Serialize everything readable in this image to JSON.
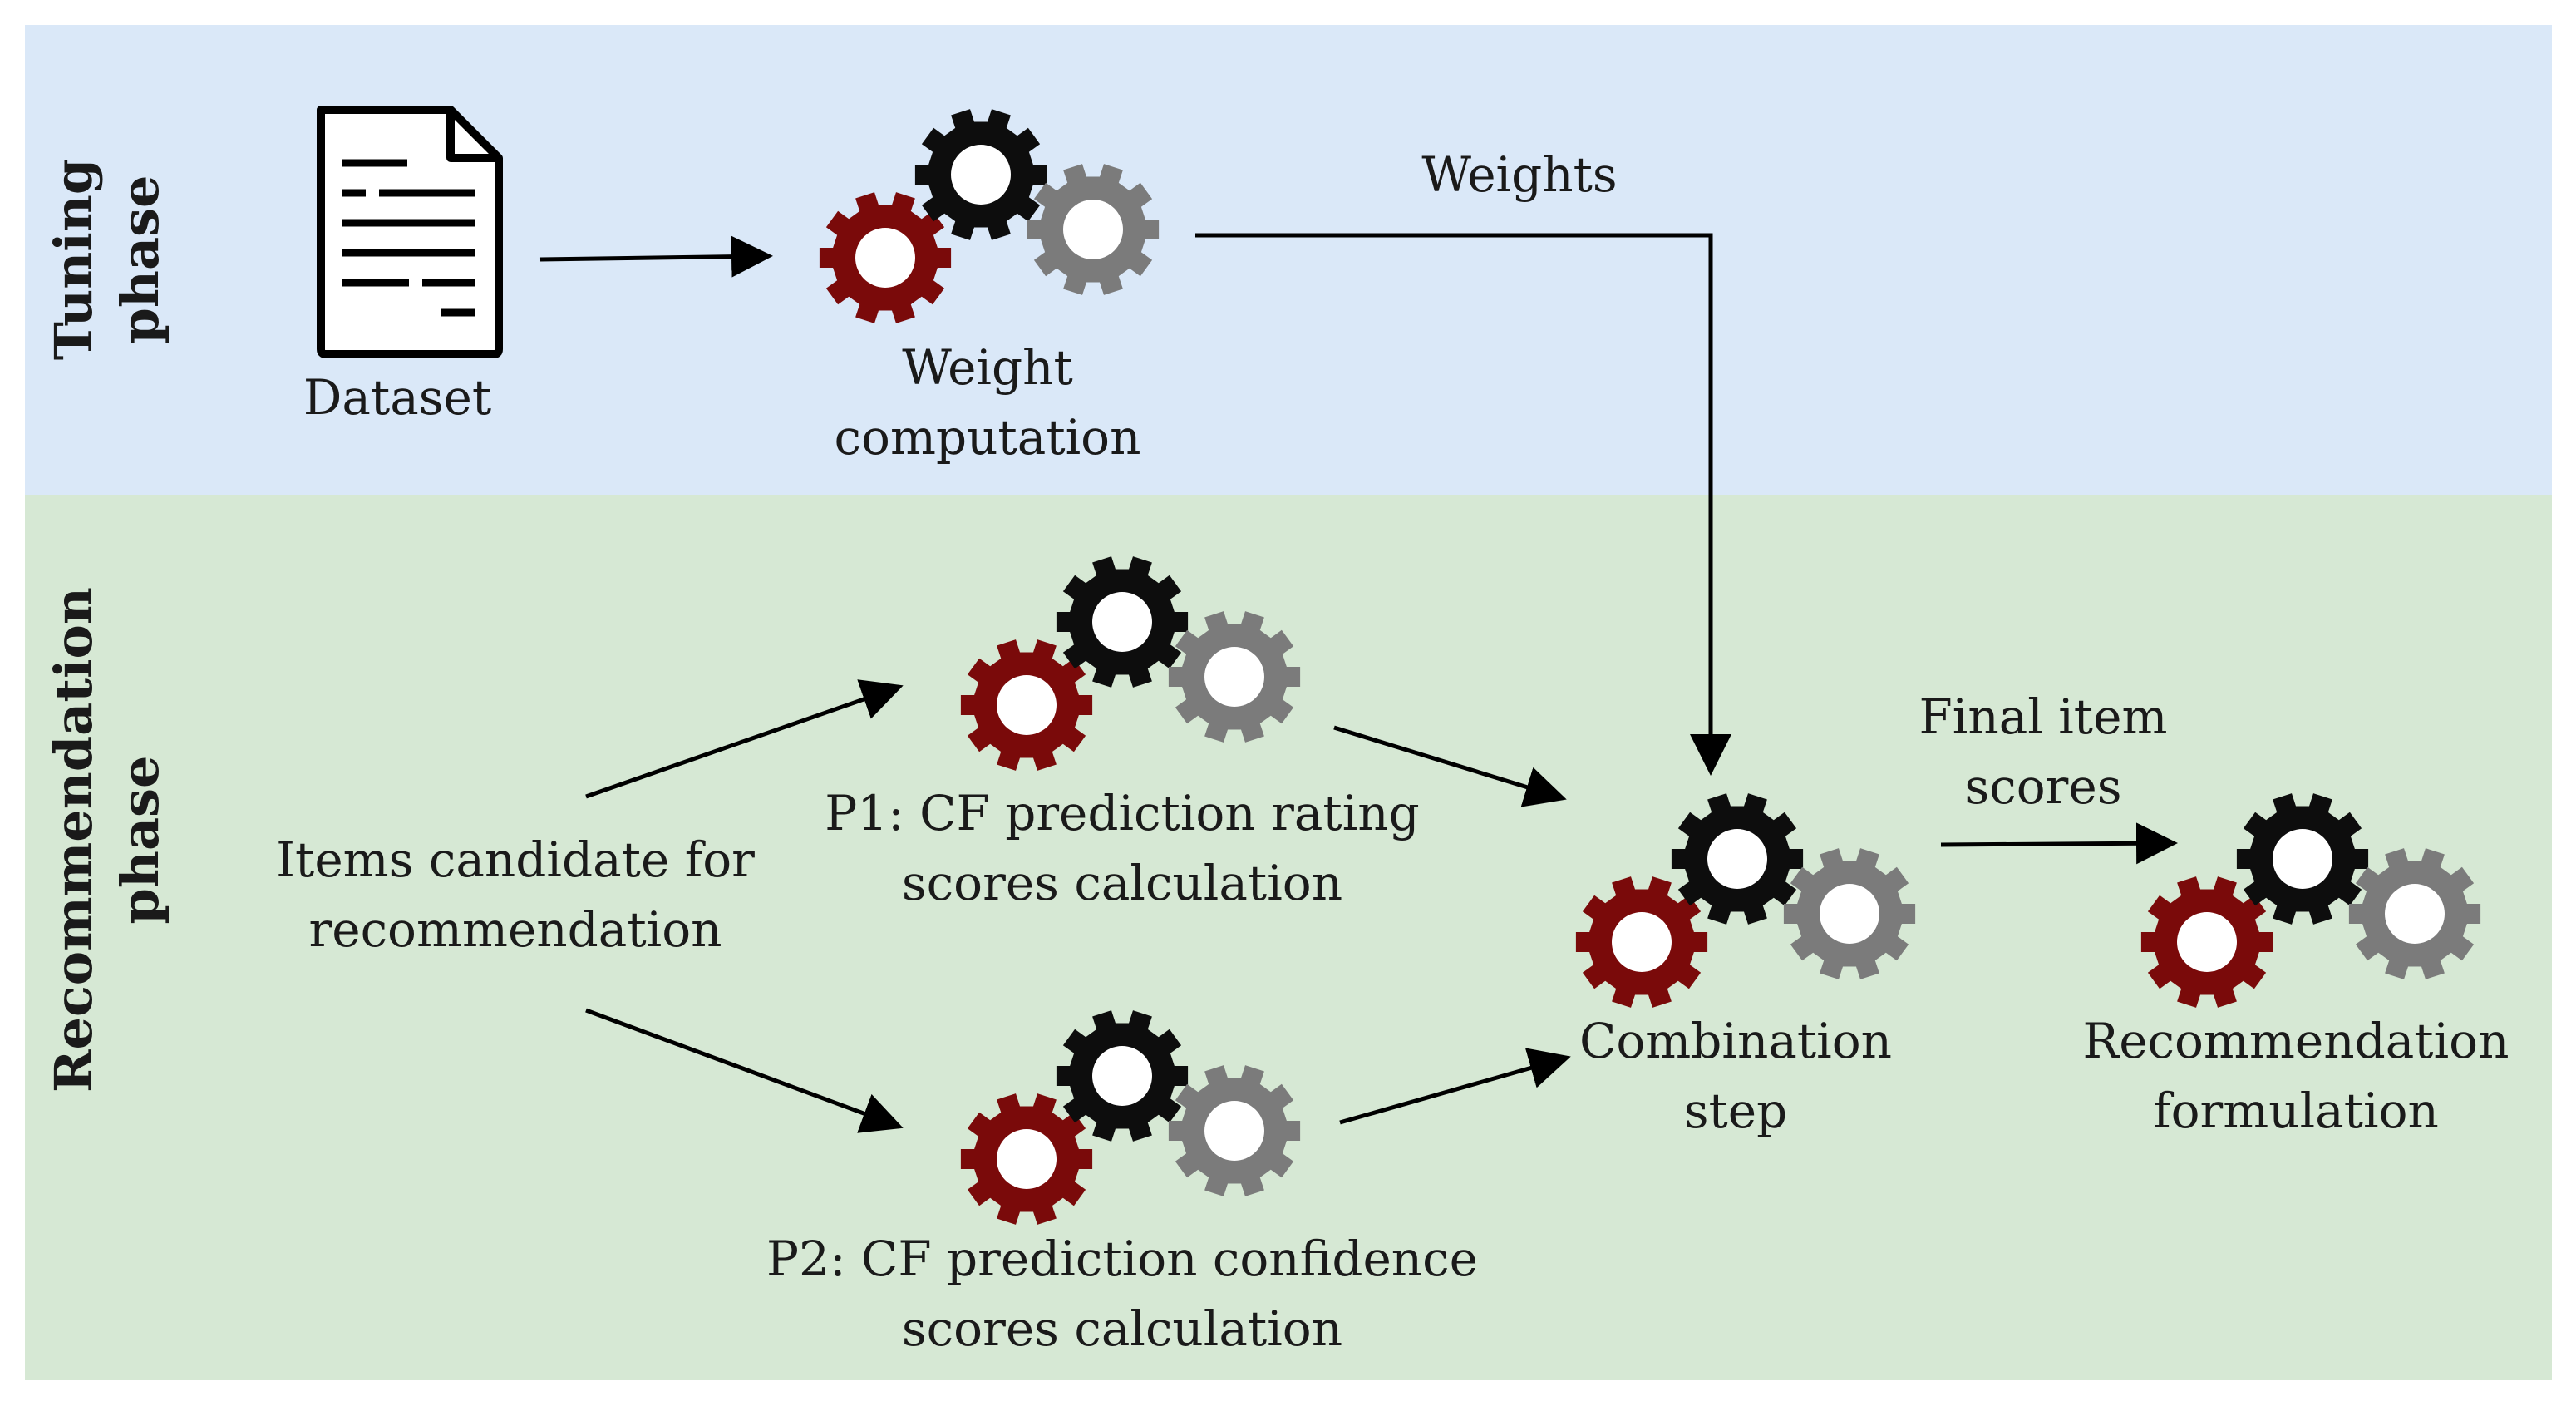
{
  "phases": {
    "tuning": {
      "label_line1": "Tuning",
      "label_line2": "phase",
      "background": "#dae8f8"
    },
    "recommendation": {
      "label_line1": "Recommendation",
      "label_line2": "phase",
      "background": "#d6e8d4"
    }
  },
  "nodes": {
    "dataset": {
      "label": "Dataset",
      "icon": "document-icon"
    },
    "weight_computation": {
      "label_line1": "Weight",
      "label_line2": "computation",
      "icon": "gears-icon"
    },
    "items_candidate": {
      "label_line1": "Items candidate for",
      "label_line2": "recommendation"
    },
    "p1": {
      "label_line1": "P1: CF prediction rating",
      "label_line2": "scores calculation",
      "icon": "gears-icon"
    },
    "p2": {
      "label_line1": "P2: CF prediction confidence",
      "label_line2": "scores calculation",
      "icon": "gears-icon"
    },
    "combination": {
      "label_line1": "Combination",
      "label_line2": "step",
      "icon": "gears-icon"
    },
    "recommendation": {
      "label_line1": "Recommendation",
      "label_line2": "formulation",
      "icon": "gears-icon"
    }
  },
  "edges": {
    "weights_label": "Weights",
    "final_scores_line1": "Final item",
    "final_scores_line2": "scores"
  },
  "colors": {
    "gear_red": "#7a0a0a",
    "gear_black": "#0d0d0d",
    "gear_gray": "#7b7b7b",
    "arrow": "#000000"
  }
}
